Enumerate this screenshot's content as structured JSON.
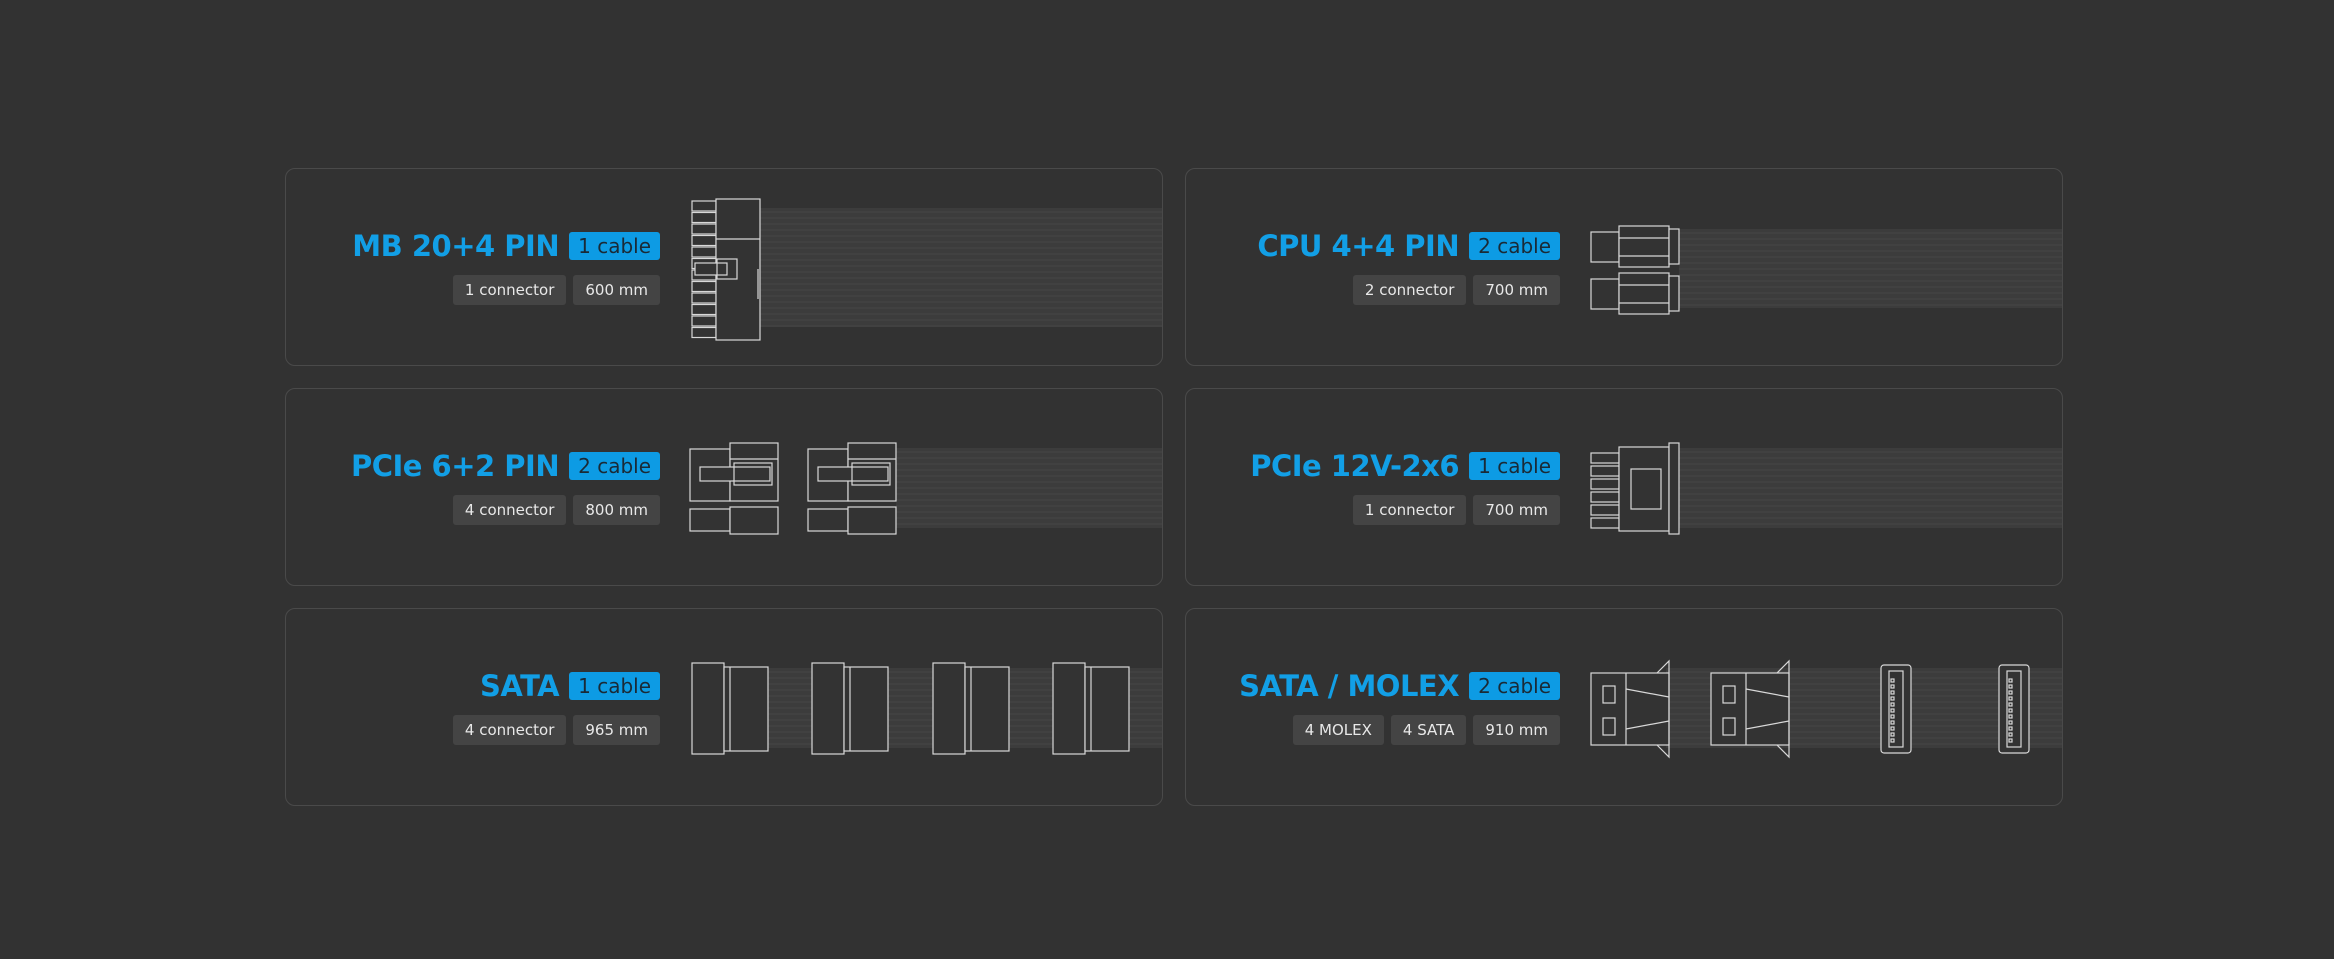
{
  "colors": {
    "accent": "#0d9be4",
    "background": "#323232",
    "card_border": "#4a4a4a",
    "tag_bg": "#444444"
  },
  "cards": [
    {
      "title": "MB 20+4 PIN",
      "badge": "1 cable",
      "tags": [
        "1 connector",
        "600 mm"
      ],
      "connector_icon": "atx-24pin-connector-icon"
    },
    {
      "title": "CPU 4+4 PIN",
      "badge": "2 cable",
      "tags": [
        "2 connector",
        "700 mm"
      ],
      "connector_icon": "eps-cpu-connector-icon"
    },
    {
      "title": "PCIe 6+2 PIN",
      "badge": "2 cable",
      "tags": [
        "4 connector",
        "800 mm"
      ],
      "connector_icon": "pcie-8pin-connector-icon"
    },
    {
      "title": "PCIe 12V-2x6",
      "badge": "1 cable",
      "tags": [
        "1 connector",
        "700 mm"
      ],
      "connector_icon": "12v-2x6-connector-icon"
    },
    {
      "title": "SATA",
      "badge": "1 cable",
      "tags": [
        "4 connector",
        "965 mm"
      ],
      "connector_icon": "sata-connector-icon"
    },
    {
      "title": "SATA / MOLEX",
      "badge": "2 cable",
      "tags": [
        "4 MOLEX",
        "4 SATA",
        "910 mm"
      ],
      "connector_icon": "molex-sata-connector-icon"
    }
  ]
}
